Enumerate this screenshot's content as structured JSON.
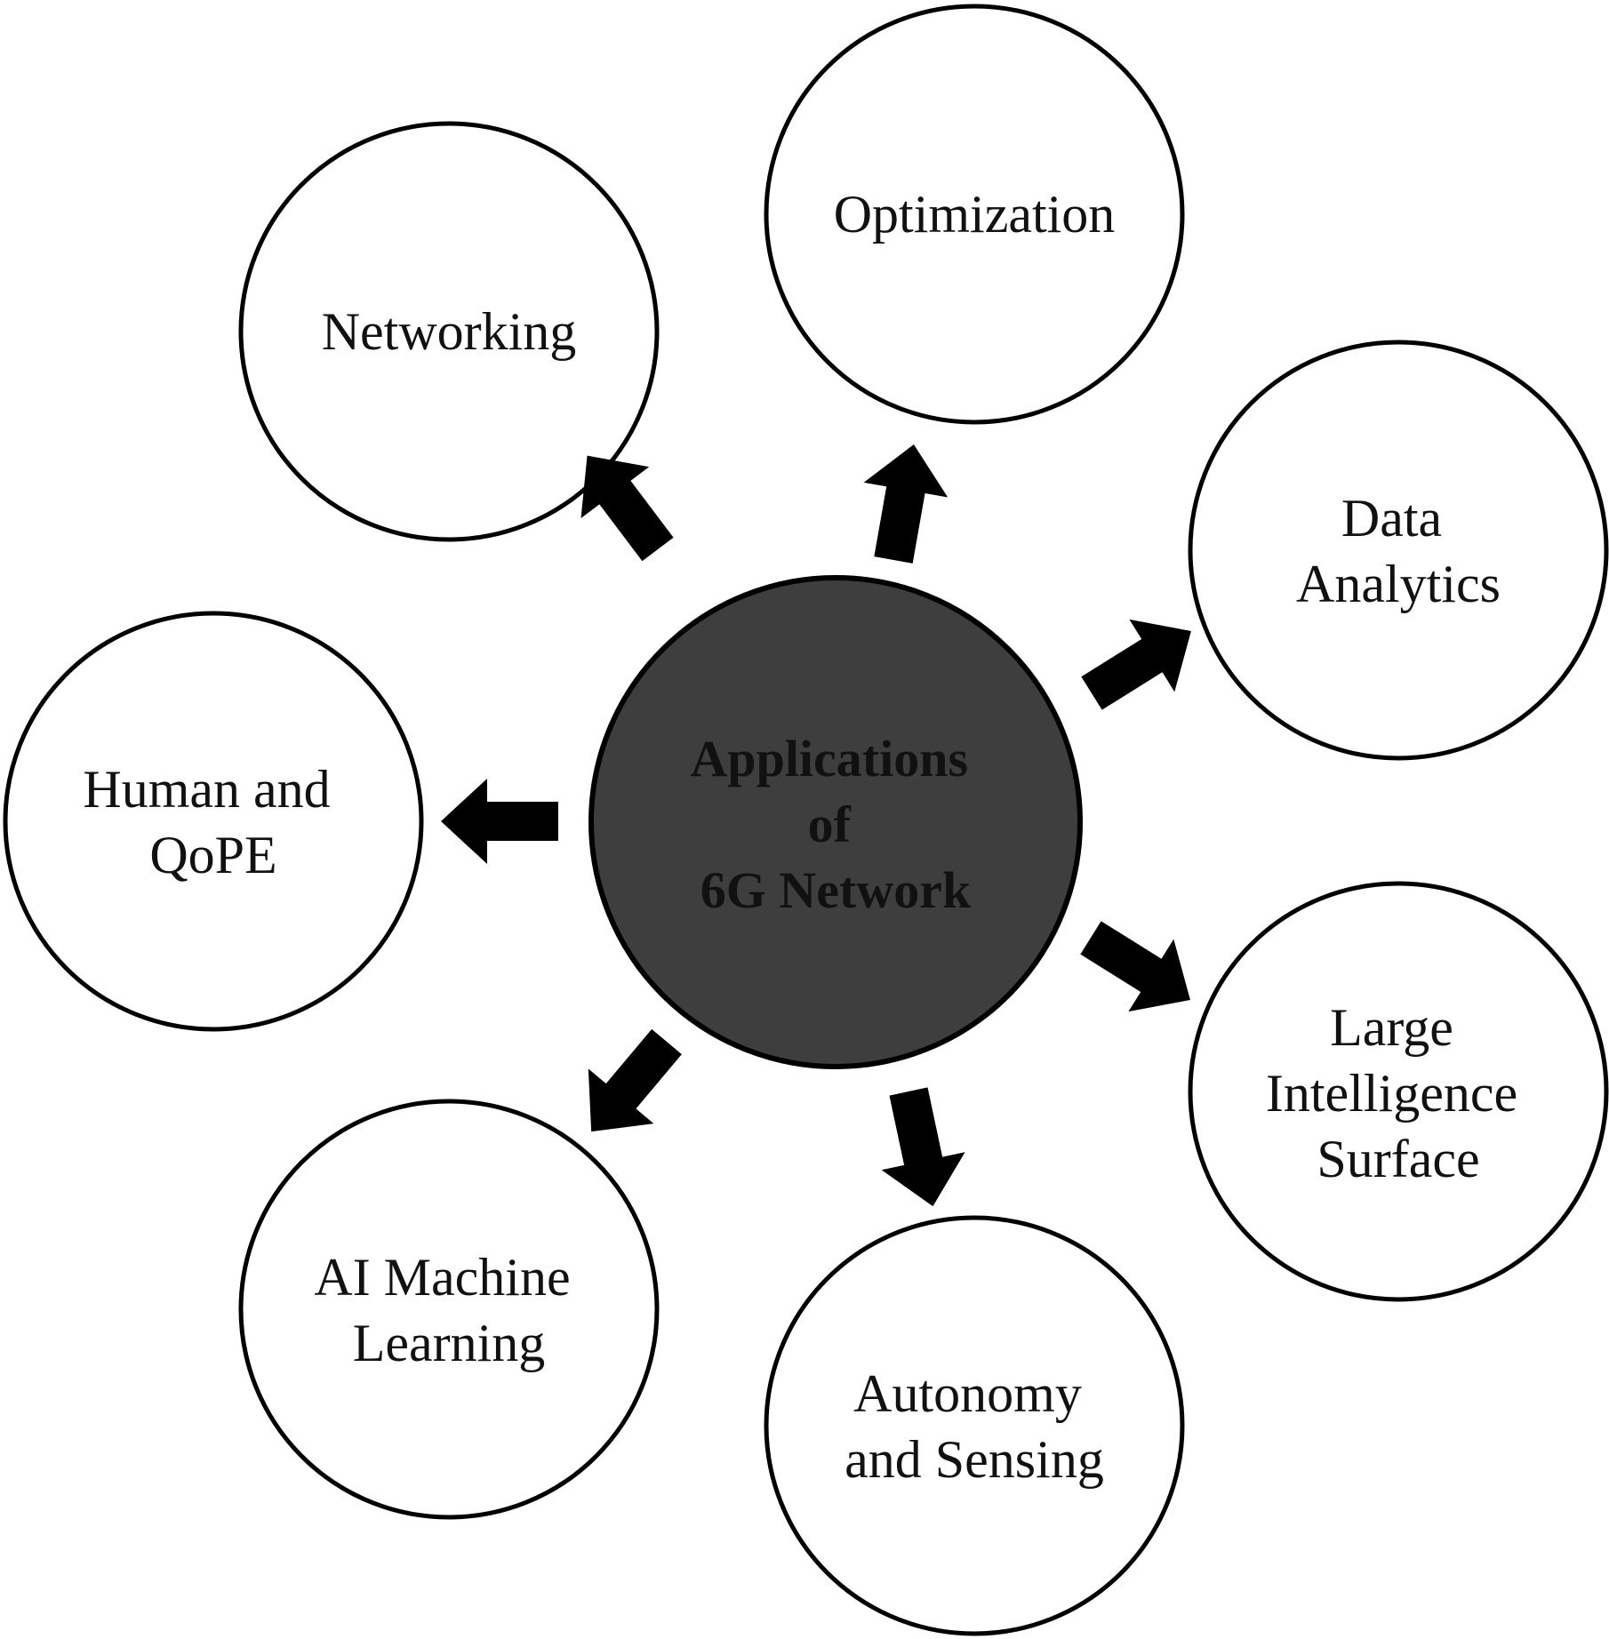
{
  "diagram": {
    "hub": {
      "label_lines": [
        "Applications",
        "of",
        "6G Network"
      ],
      "fill": "#3e3e3e"
    },
    "nodes": [
      {
        "id": "optimization",
        "label_lines": [
          "Optimization"
        ]
      },
      {
        "id": "data-analytics",
        "label_lines": [
          "Data",
          "Analytics"
        ]
      },
      {
        "id": "large-intelligence-surface",
        "label_lines": [
          "Large",
          "Intelligence",
          "Surface"
        ]
      },
      {
        "id": "autonomy-and-sensing",
        "label_lines": [
          "Autonomy",
          "and Sensing"
        ]
      },
      {
        "id": "ai-machine-learning",
        "label_lines": [
          "AI Machine",
          "Learning"
        ]
      },
      {
        "id": "human-and-qope",
        "label_lines": [
          "Human and",
          "QoPE"
        ]
      },
      {
        "id": "networking",
        "label_lines": [
          "Networking"
        ]
      }
    ],
    "colors": {
      "node_fill": "#ffffff",
      "outline": "#000000",
      "arrow": "#000000"
    }
  }
}
